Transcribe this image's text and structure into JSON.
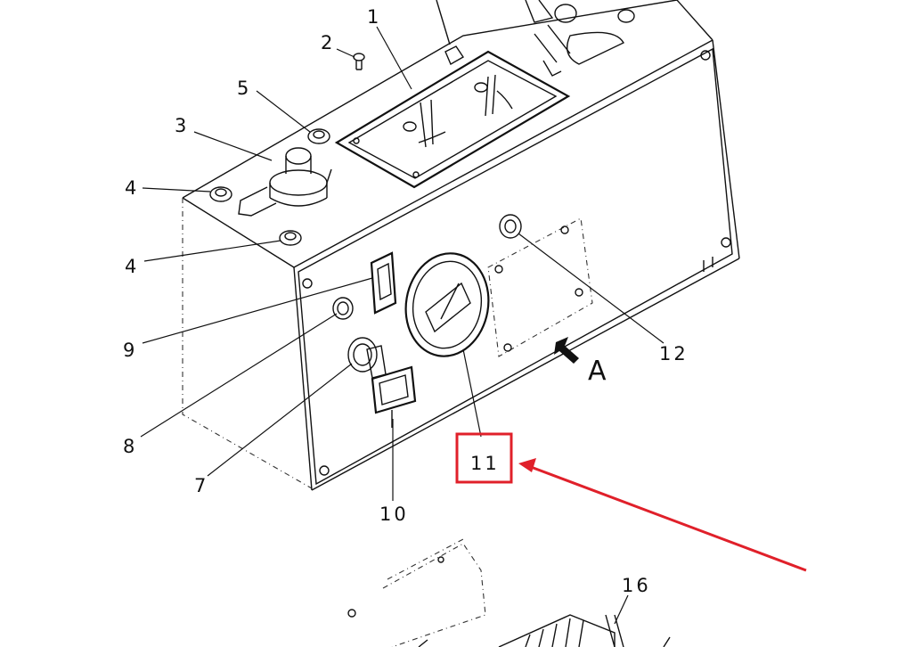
{
  "callouts": {
    "c1": "1",
    "c2": "2",
    "c3": "3",
    "c4a": "4",
    "c4b": "4",
    "c5": "5",
    "c7": "7",
    "c8": "8",
    "c9": "9",
    "c10": "10",
    "c11": "11",
    "c12": "12",
    "c16": "16"
  },
  "view_label": "A",
  "highlight": {
    "target": "11",
    "color": "#e0202a"
  }
}
